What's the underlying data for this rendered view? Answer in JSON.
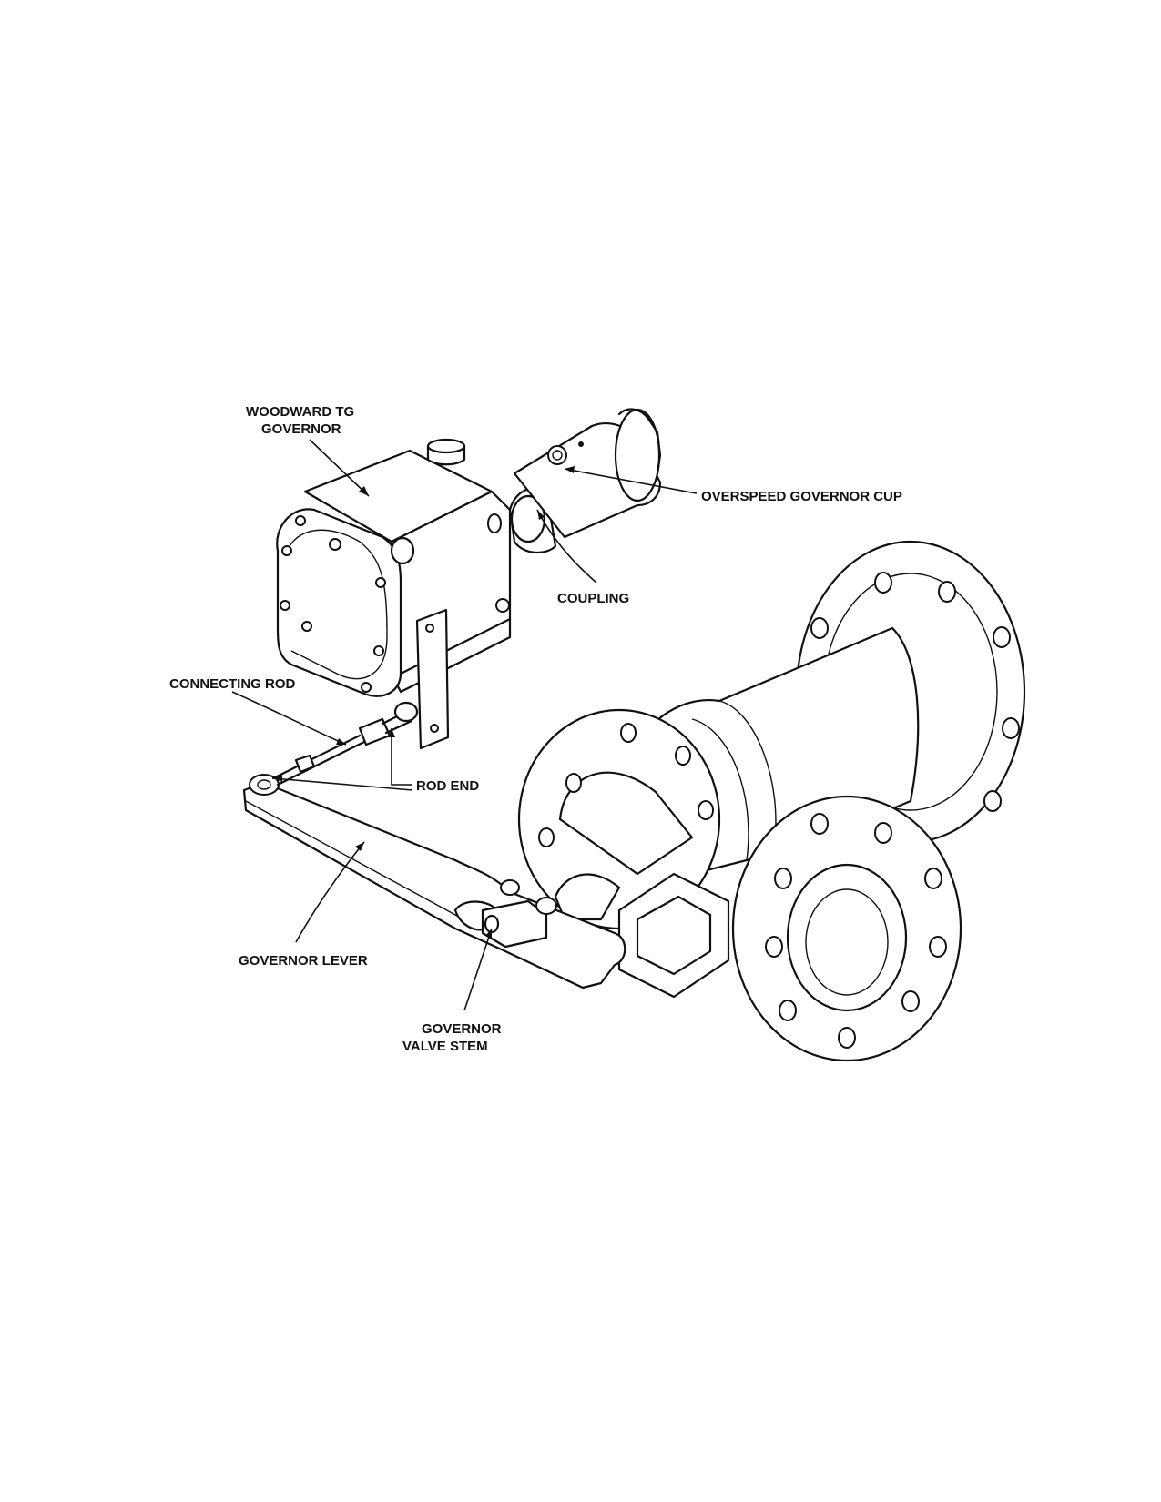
{
  "labels": {
    "woodward_governor": [
      "WOODWARD TG",
      "GOVERNOR"
    ],
    "overspeed_cup": "OVERSPEED GOVERNOR CUP",
    "coupling": "COUPLING",
    "connecting_rod": "CONNECTING ROD",
    "rod_end": "ROD END",
    "governor_lever": "GOVERNOR LEVER",
    "valve_stem": [
      "GOVERNOR",
      "VALVE STEM"
    ]
  }
}
